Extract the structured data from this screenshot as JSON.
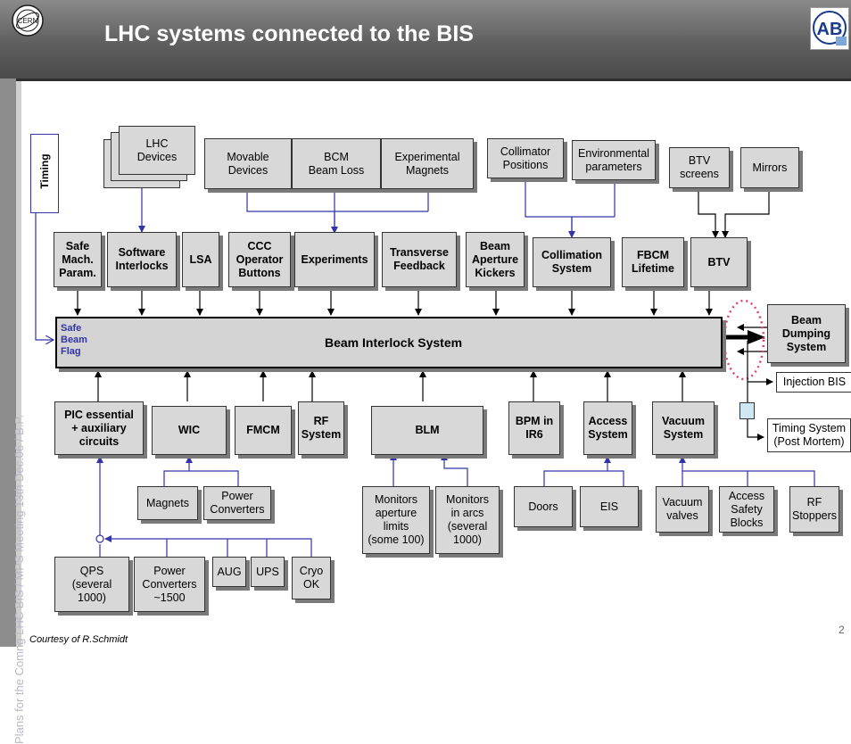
{
  "header": {
    "title": "LHC systems connected to the BIS",
    "left_logo_text": "CERN",
    "right_logo_text": "AB"
  },
  "side_text": "Plans for the Comng LHC BIS  /  MPS Meeting 13th Dec.06  /  B.P.",
  "timing_label": "Timing",
  "bis": {
    "title": "Beam Interlock System",
    "safe_beam_flag": "Safe\nBeam\nFlag"
  },
  "top_sources": {
    "lhc_devices": "LHC\nDevices",
    "movable_devices": "Movable\nDevices",
    "bcm_beam_loss": "BCM\nBeam Loss",
    "experimental_magnets": "Experimental\nMagnets",
    "collimator_positions": "Collimator\nPositions",
    "environmental_parameters": "Environmental\nparameters",
    "btv_screens": "BTV\nscreens",
    "mirrors": "Mirrors"
  },
  "top_systems": {
    "safe_mach_param": "Safe\nMach.\nParam.",
    "software_interlocks": "Software\nInterlocks",
    "lsa": "LSA",
    "ccc_operator_buttons": "CCC\nOperator\nButtons",
    "experiments": "Experiments",
    "transverse_feedback": "Transverse\nFeedback",
    "beam_aperture_kickers": "Beam\nAperture\nKickers",
    "collimation_system": "Collimation\nSystem",
    "fbcm_lifetime": "FBCM\nLifetime",
    "btv": "BTV"
  },
  "right_side": {
    "beam_dumping_system": "Beam\nDumping\nSystem",
    "injection_bis": "Injection BIS",
    "timing_system": "Timing System\n(Post Mortem)"
  },
  "bottom_systems": {
    "pic": "PIC essential\n+ auxiliary\ncircuits",
    "wic": "WIC",
    "fmcm": "FMCM",
    "rf_system": "RF\nSystem",
    "blm": "BLM",
    "bpm_ir6": "BPM in\nIR6",
    "access_system": "Access\nSystem",
    "vacuum_system": "Vacuum\nSystem"
  },
  "bottom_sources": {
    "magnets": "Magnets",
    "power_converters_wic": "Power\nConverters",
    "monitors_aperture": "Monitors\naperture\nlimits\n(some 100)",
    "monitors_arcs": "Monitors\nin arcs\n(several\n1000)",
    "doors": "Doors",
    "eis": "EIS",
    "vacuum_valves": "Vacuum\nvalves",
    "access_safety_blocks": "Access\nSafety\nBlocks",
    "rf_stoppers": "RF\nStoppers"
  },
  "pic_sources": {
    "qps": "QPS\n(several\n1000)",
    "power_converters": "Power\nConverters\n~1500",
    "aug": "AUG",
    "ups": "UPS",
    "cryo_ok": "Cryo\nOK"
  },
  "footer": "Courtesy of R.Schmidt",
  "page_number": "2",
  "colors": {
    "header": "#5f5f5f",
    "box_fill": "#d8d8d8",
    "blue_line": "#3333aa",
    "dotted_circle": "#e0407a"
  }
}
